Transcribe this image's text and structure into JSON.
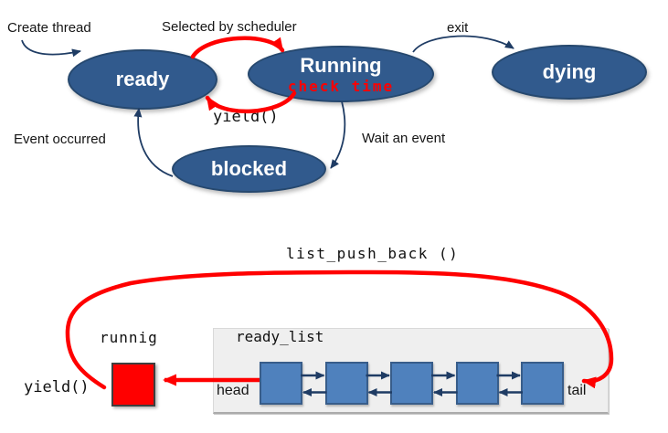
{
  "state_machine": {
    "ready_label": "ready",
    "running_label": "Running",
    "running_note": "check time",
    "blocked_label": "blocked",
    "dying_label": "dying",
    "create_label": "Create thread",
    "selected_label": "Selected by scheduler",
    "yield_label": "yield()",
    "exit_label": "exit",
    "wait_label": "Wait an event",
    "event_label": "Event occurred"
  },
  "list_section": {
    "title": "list_push_back ()",
    "running_box_label": "runnig",
    "yield_label": "yield()",
    "list_name": "ready_list",
    "head_label": "head",
    "tail_label": "tail",
    "node_count": 5
  },
  "colors": {
    "state_fill": "#315A8D",
    "state_border": "#26486E",
    "node_fill": "#4F81BD",
    "node_border": "#385D8A",
    "link_arrow": "#1F3C64",
    "highlight_red": "#FF0000",
    "list_box_bg": "#EFEFEF",
    "text": "#151515"
  }
}
